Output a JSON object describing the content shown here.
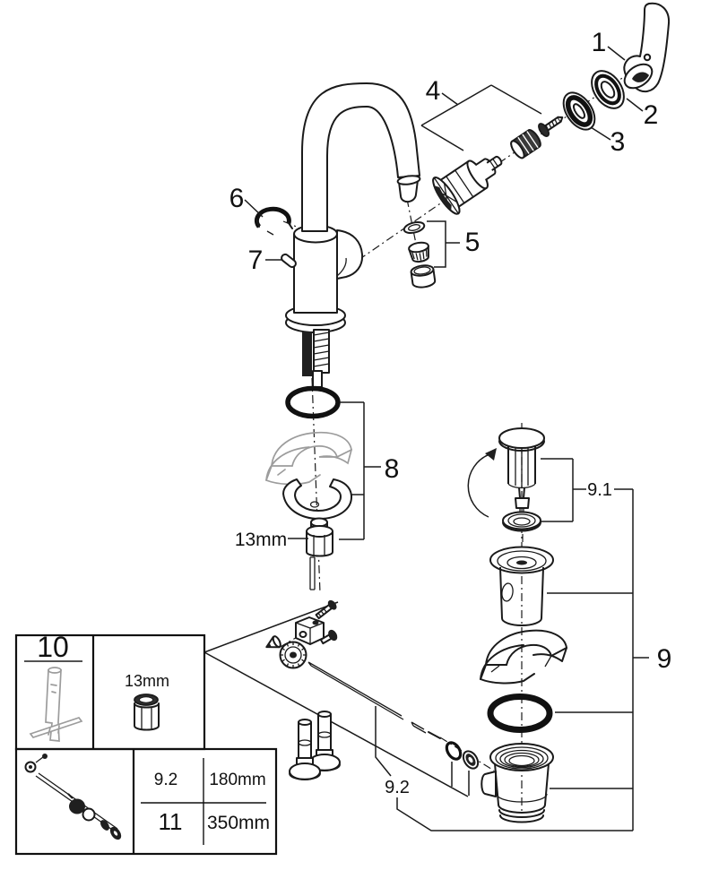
{
  "callouts": {
    "handle": "1",
    "cap_ring": "2",
    "base_ring": "3",
    "cartridge": "4",
    "aerator": "5",
    "clip": "6",
    "pin": "7",
    "fixation_set": "8",
    "wrench_size": "13mm",
    "waste_set": "9",
    "plug_set": "9.1",
    "rod_set": "9.2"
  },
  "legend_table": {
    "tool": {
      "item_no": "10",
      "size": "13mm"
    },
    "rows": [
      {
        "item_no": "9.2",
        "length": "180mm"
      },
      {
        "item_no": "11",
        "length": "350mm"
      }
    ]
  }
}
